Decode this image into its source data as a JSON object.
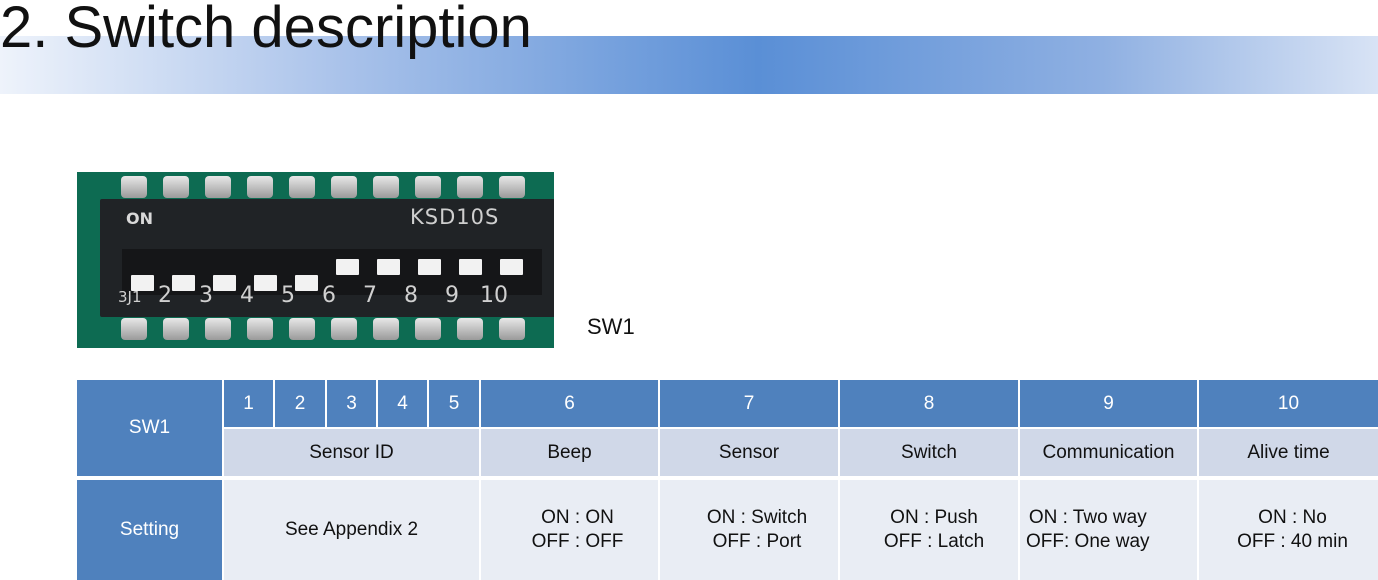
{
  "title": "2. Switch description",
  "photo": {
    "on_label": "ON",
    "model_label": "KSD10S",
    "number_labels": [
      "3J1",
      "2",
      "3",
      "4",
      "5",
      "6",
      "7",
      "8",
      "9",
      "10"
    ],
    "switch_states": [
      "on",
      "on",
      "on",
      "on",
      "on",
      "off",
      "off",
      "off",
      "off",
      "off"
    ]
  },
  "caption": "SW1",
  "table": {
    "row_header": "SW1",
    "setting_header": "Setting",
    "numbers": [
      "1",
      "2",
      "3",
      "4",
      "5",
      "6",
      "7",
      "8",
      "9",
      "10"
    ],
    "functions": [
      "Sensor ID",
      "Beep",
      "Sensor",
      "Switch",
      "Communication",
      "Alive time"
    ],
    "settings": [
      "See Appendix 2",
      "ON : ON\nOFF : OFF",
      "ON : Switch\nOFF : Port",
      "ON : Push\nOFF : Latch",
      "ON : Two way\nOFF: One way",
      "ON : No\nOFF : 40 min"
    ]
  },
  "colors": {
    "header_blue": "#4f81bd",
    "label_row": "#d0d8e8",
    "value_row": "#e9edf4"
  }
}
